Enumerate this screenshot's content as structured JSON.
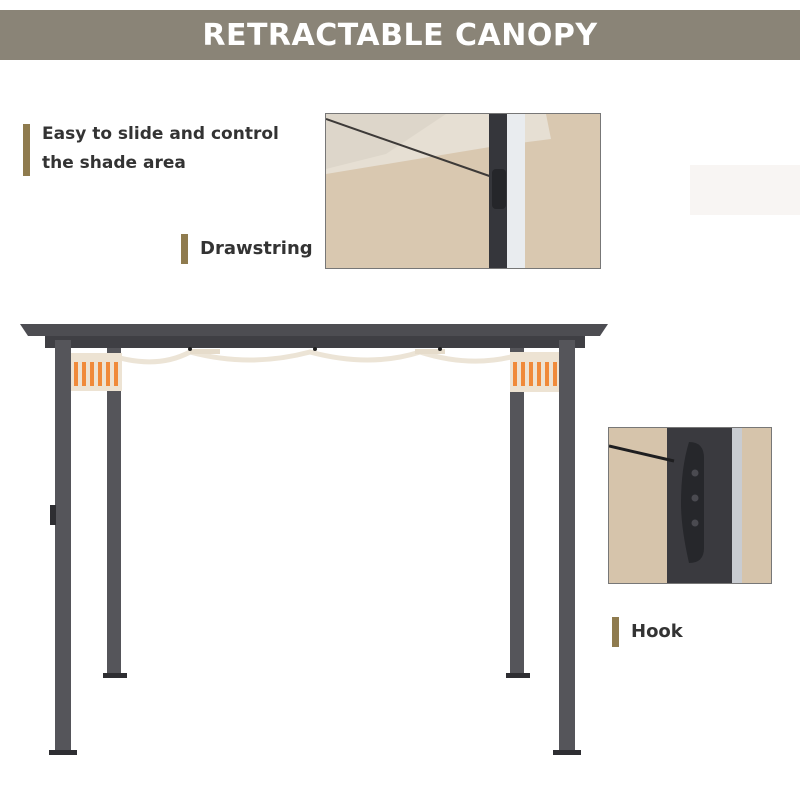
{
  "banner": {
    "title": "RETRACTABLE CANOPY",
    "background": "#8a8477"
  },
  "callouts": {
    "main": {
      "line1": "Easy to slide and control",
      "line2": "the shade area"
    },
    "drawstring": {
      "label": "Drawstring"
    },
    "hook": {
      "label": "Hook"
    }
  },
  "colors": {
    "accent_bar": "#8f7b4e",
    "frame": "#4d4d52",
    "canopy": "#ede3d3",
    "canopy_pattern": "#f08a3a",
    "photo_bg": "#d9c8b0"
  },
  "images": {
    "drawstring_detail": "drawstring-closeup-photo",
    "hook_detail": "hook-closeup-photo",
    "product": "pergola-with-retractable-canopy"
  }
}
